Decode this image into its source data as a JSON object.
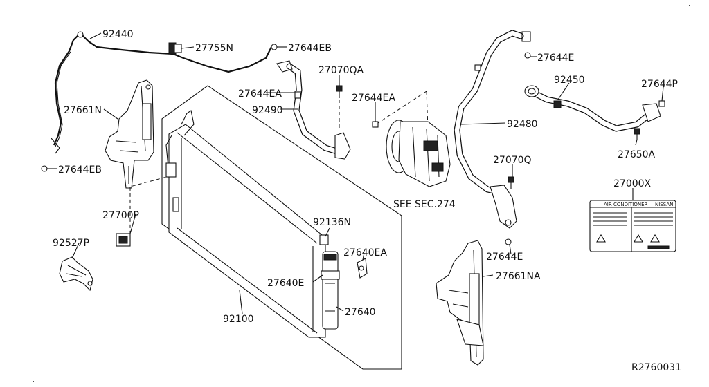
{
  "parts": {
    "p92440": "92440",
    "p27755N": "27755N",
    "p27644EB_top": "27644EB",
    "p27661N": "27661N",
    "p27644EB_left": "27644EB",
    "p27644EA_a": "27644EA",
    "p27070QA": "27070QA",
    "p92490": "92490",
    "p27644EA_b": "27644EA",
    "p27644E_top": "27644E",
    "p92450": "92450",
    "p27644P": "27644P",
    "p92480": "92480",
    "p27650A": "27650A",
    "p27070Q": "27070Q",
    "p27000X": "27000X",
    "p27700P": "27700P",
    "p92527P": "92527P",
    "p92136N": "92136N",
    "p27640EA": "27640EA",
    "p27640E": "27640E",
    "p27640": "27640",
    "p92100": "92100",
    "p27644E_bot": "27644E",
    "p27661NA": "27661NA"
  },
  "see_ref": "SEE SEC.274",
  "diagram_id": "R2760031",
  "label_card": {
    "title": "AIR CONDITIONER",
    "brand": "NISSAN"
  }
}
